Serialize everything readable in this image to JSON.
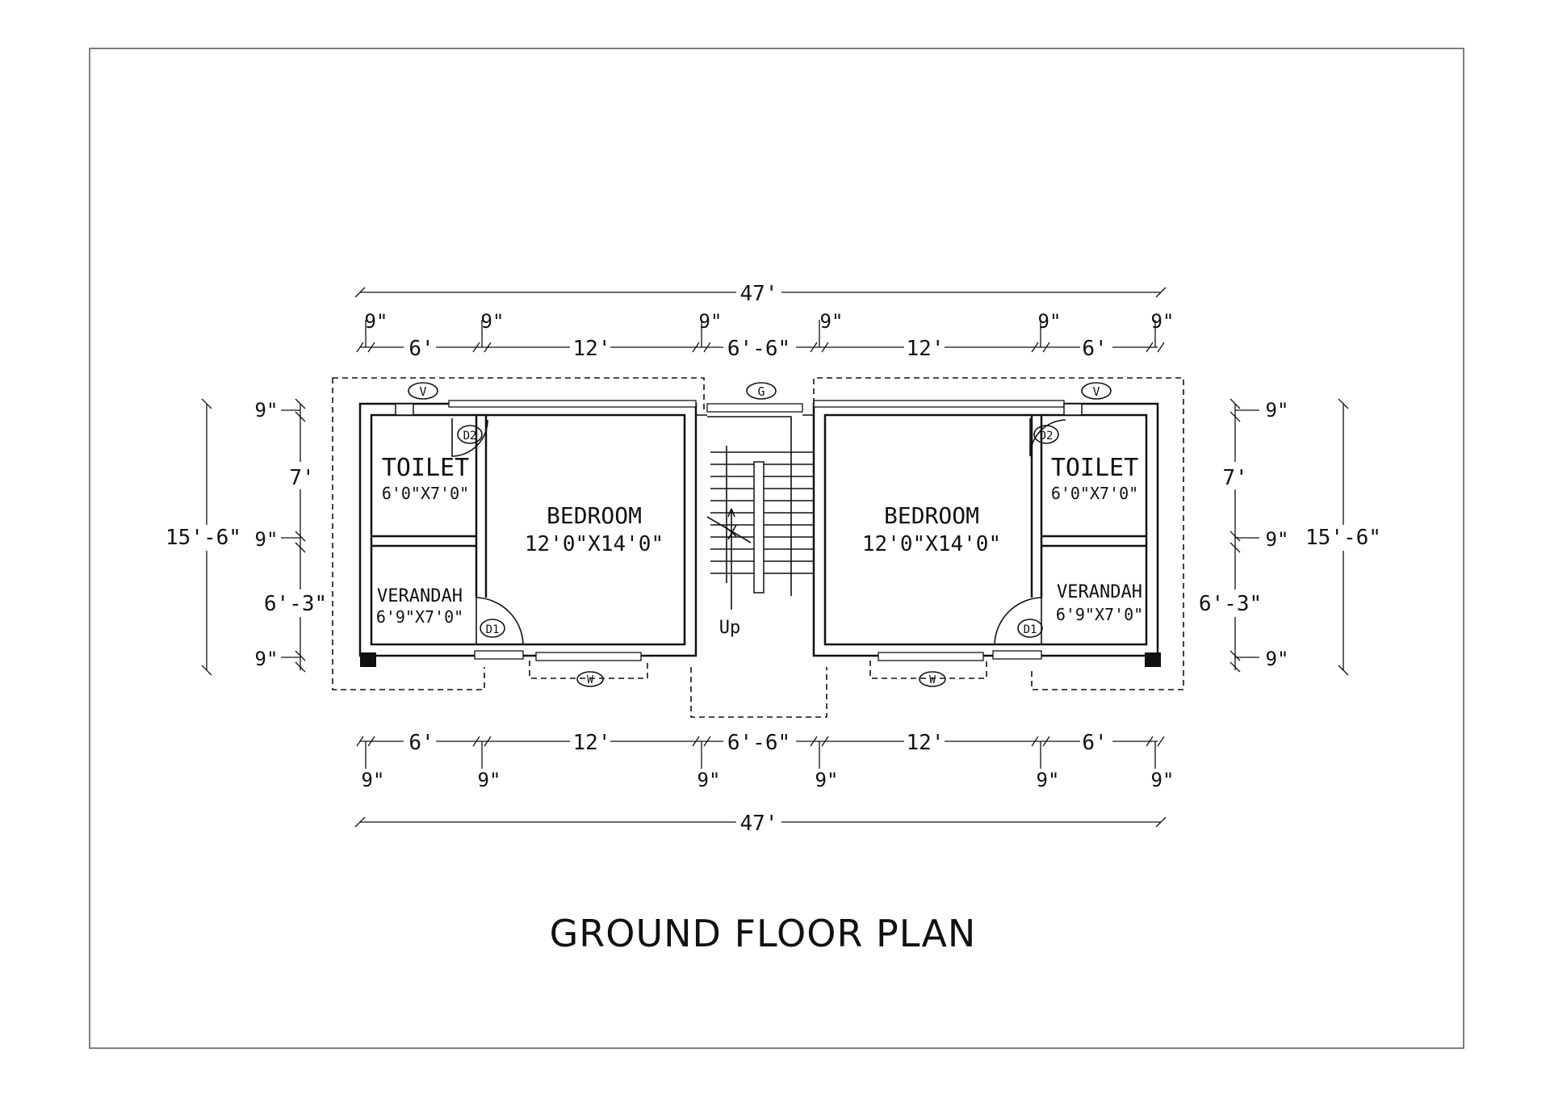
{
  "title": "GROUND FLOOR PLAN",
  "rooms": {
    "left_toilet": {
      "name": "TOILET",
      "size": "6'0\"X7'0\""
    },
    "left_bedroom": {
      "name": "BEDROOM",
      "size": "12'0\"X14'0\""
    },
    "left_verandah": {
      "name": "VERANDAH",
      "size": "6'9\"X7'0\""
    },
    "right_toilet": {
      "name": "TOILET",
      "size": "6'0\"X7'0\""
    },
    "right_bedroom": {
      "name": "BEDROOM",
      "size": "12'0\"X14'0\""
    },
    "right_verandah": {
      "name": "VERANDAH",
      "size": "6'9\"X7'0\""
    }
  },
  "tags": {
    "ventilator": "V",
    "gate": "G",
    "window": "W",
    "door1": "D1",
    "door2": "D2",
    "stair": "Up"
  },
  "dims": {
    "overall_width": "47'",
    "top_wall": "9\"",
    "toilet_width": "6'",
    "bedroom_width": "12'",
    "stair_width": "6'-6\"",
    "overall_depth": "15'-6\"",
    "wall": "9\"",
    "toilet_depth": "7'",
    "verandah_depth": "6'-3\""
  }
}
